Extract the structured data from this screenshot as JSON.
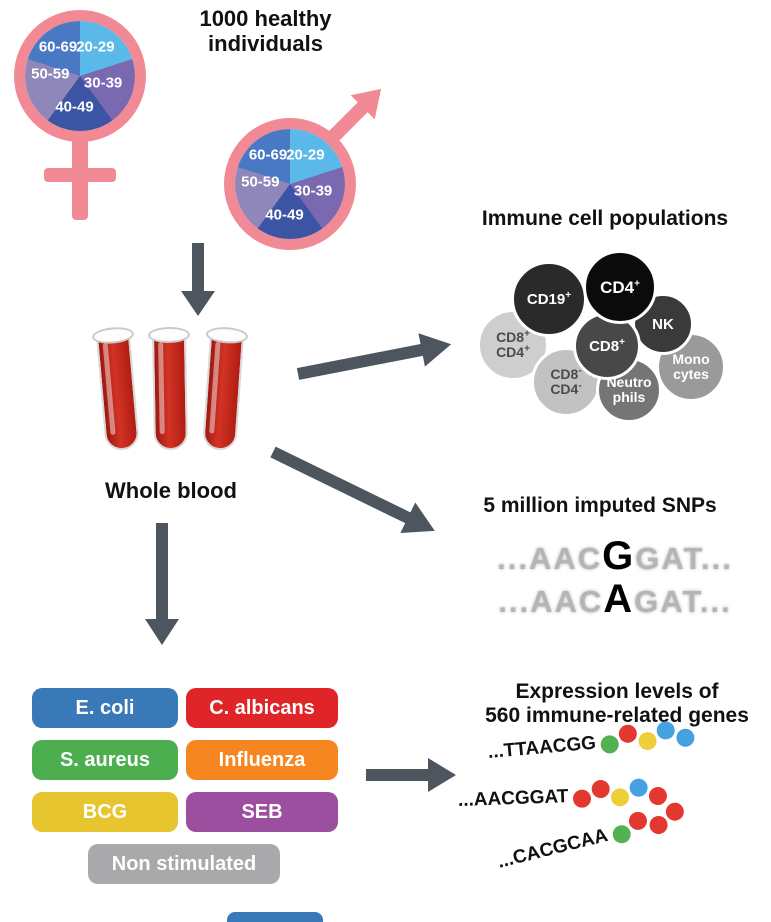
{
  "header": {
    "title": "1000 healthy individuals"
  },
  "demographics": {
    "symbol_color": "#f28a96",
    "age_groups": [
      {
        "label": "20-29",
        "color": "#5ab9e8"
      },
      {
        "label": "30-39",
        "color": "#7a68b0"
      },
      {
        "label": "40-49",
        "color": "#3c54a4"
      },
      {
        "label": "50-59",
        "color": "#8f87ba"
      },
      {
        "label": "60-69",
        "color": "#4a79c4"
      }
    ]
  },
  "blood": {
    "label": "Whole blood"
  },
  "immune": {
    "title": "Immune cell populations",
    "cells": {
      "cd4": {
        "base": "CD4",
        "sup": "+"
      },
      "cd19": {
        "base": "CD19",
        "sup": "+"
      },
      "nk": {
        "base": "NK"
      },
      "cd8": {
        "base": "CD8",
        "sup": "+"
      },
      "cd8cd4_pos": {
        "line1": "CD8",
        "sup1": "+",
        "line2": "CD4",
        "sup2": "+"
      },
      "cd8cd4_neg": {
        "line1": "CD8",
        "sup1": "-",
        "line2": "CD4",
        "sup2": "-"
      },
      "neutrophils": {
        "line1": "Neutro",
        "line2": "phils"
      },
      "monocytes": {
        "line1": "Mono",
        "line2": "cytes"
      }
    }
  },
  "snps": {
    "title": "5 million imputed SNPs",
    "sequences": [
      {
        "pre": "...AAC",
        "highlight": "G",
        "post": "GAT..."
      },
      {
        "pre": "...AAC",
        "highlight": "A",
        "post": "GAT..."
      }
    ]
  },
  "stimuli": {
    "items": [
      {
        "label": "E. coli",
        "color": "#3a79b7"
      },
      {
        "label": "C. albicans",
        "color": "#e02528"
      },
      {
        "label": "S. aureus",
        "color": "#4cae4f"
      },
      {
        "label": "Influenza",
        "color": "#f6861f"
      },
      {
        "label": "BCG",
        "color": "#e7c52f"
      },
      {
        "label": "SEB",
        "color": "#9c4f9f"
      },
      {
        "label": "Non stimulated",
        "color": "#a9a9ab"
      }
    ]
  },
  "expression": {
    "title_line1": "Expression levels of",
    "title_line2": "560 immune-related genes",
    "bead_colors": {
      "green": "#52b153",
      "red": "#e2382f",
      "yellow": "#eecf3a",
      "blue": "#45a1e0"
    },
    "rows": [
      {
        "sequence": "...TTAACGG",
        "beads": [
          "green",
          "red",
          "yellow",
          "blue",
          "blue"
        ]
      },
      {
        "sequence": "...AACGGAT",
        "beads": [
          "red",
          "red",
          "yellow",
          "blue",
          "red"
        ]
      },
      {
        "sequence": "...CACGCAA",
        "beads": [
          "green",
          "red",
          "red",
          "red"
        ]
      }
    ]
  }
}
